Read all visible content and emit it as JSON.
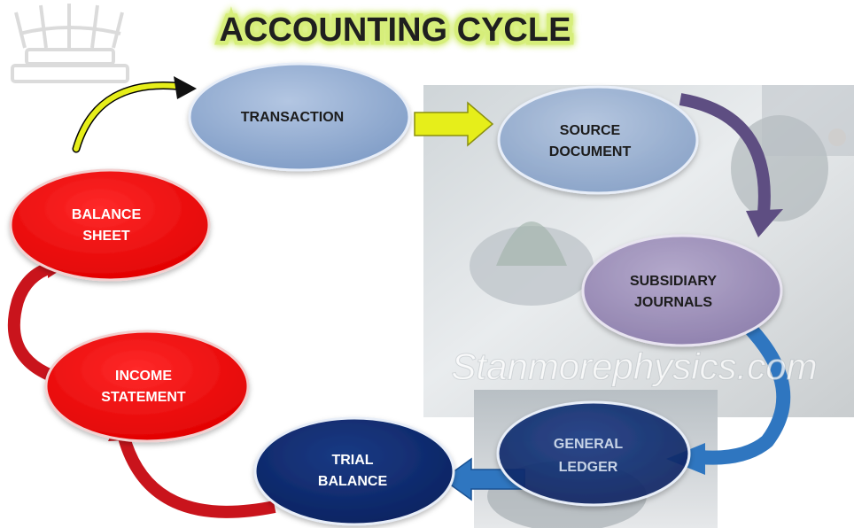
{
  "title": "ACCOUNTING CYCLE",
  "watermark": "Stanmorephysics.com",
  "nodes": {
    "transaction": {
      "line1": "TRANSACTION",
      "line2": ""
    },
    "source_document": {
      "line1": "SOURCE",
      "line2": "DOCUMENT"
    },
    "subsidiary_journals": {
      "line1": "SUBSIDIARY",
      "line2": "JOURNALS"
    },
    "general_ledger": {
      "line1": "GENERAL",
      "line2": "LEDGER"
    },
    "trial_balance": {
      "line1": "TRIAL",
      "line2": "BALANCE"
    },
    "income_statement": {
      "line1": "INCOME",
      "line2": "STATEMENT"
    },
    "balance_sheet": {
      "line1": "BALANCE",
      "line2": "SHEET"
    }
  },
  "colors": {
    "title_glow": "#d6ee7a",
    "title_text": "#1f1f1f",
    "light_blue": "#8fa9cf",
    "navy": "#0e2a6b",
    "red": "#ff0000",
    "purple": "#9b8cb8",
    "arrow_yellow": "#e6ee1a",
    "arrow_purple": "#5e4e82",
    "arrow_blue": "#2f76c0",
    "arrow_red": "#c9141c"
  },
  "icons": {
    "logo": "building-columns-icon"
  }
}
